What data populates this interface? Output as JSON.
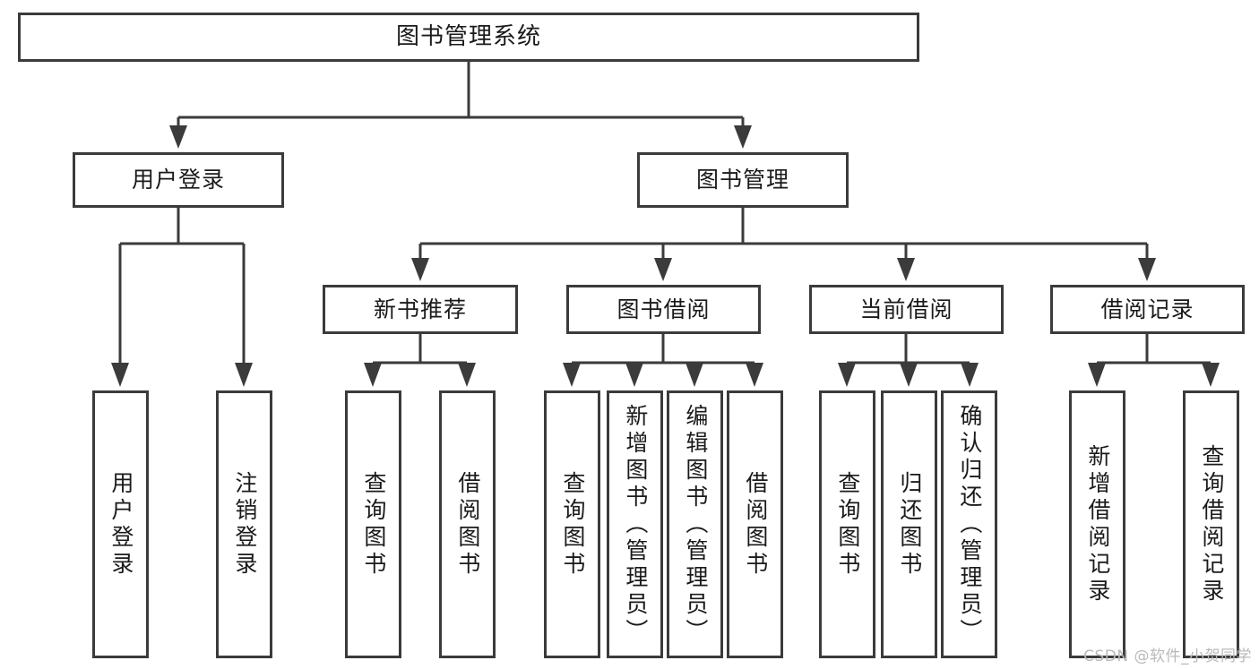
{
  "diagram": {
    "type": "tree",
    "title": "图书管理系统",
    "watermark": "CSDN @软件_小贺同学",
    "colors": {
      "stroke": "#3b3b3b",
      "fill": "#ffffff",
      "text": "#1a1a1a",
      "watermark": "#b9b9b9"
    },
    "root": {
      "label": "图书管理系统"
    },
    "level2": [
      {
        "label": "用户登录"
      },
      {
        "label": "图书管理"
      }
    ],
    "level3": [
      {
        "label": "新书推荐"
      },
      {
        "label": "图书借阅"
      },
      {
        "label": "当前借阅"
      },
      {
        "label": "借阅记录"
      }
    ],
    "leaves": {
      "user_login": [
        {
          "label": "用户登录"
        },
        {
          "label": "注销登录"
        }
      ],
      "new_book": [
        {
          "label": "查询图书"
        },
        {
          "label": "借阅图书"
        }
      ],
      "borrow_book": [
        {
          "label": "查询图书"
        },
        {
          "label": "新增图书（管理员）"
        },
        {
          "label": "编辑图书（管理员）"
        },
        {
          "label": "借阅图书"
        }
      ],
      "current_borrow": [
        {
          "label": "查询图书"
        },
        {
          "label": "归还图书"
        },
        {
          "label": "确认归还（管理员）"
        }
      ],
      "borrow_record": [
        {
          "label": "新增借阅记录"
        },
        {
          "label": "查询借阅记录"
        }
      ]
    }
  }
}
